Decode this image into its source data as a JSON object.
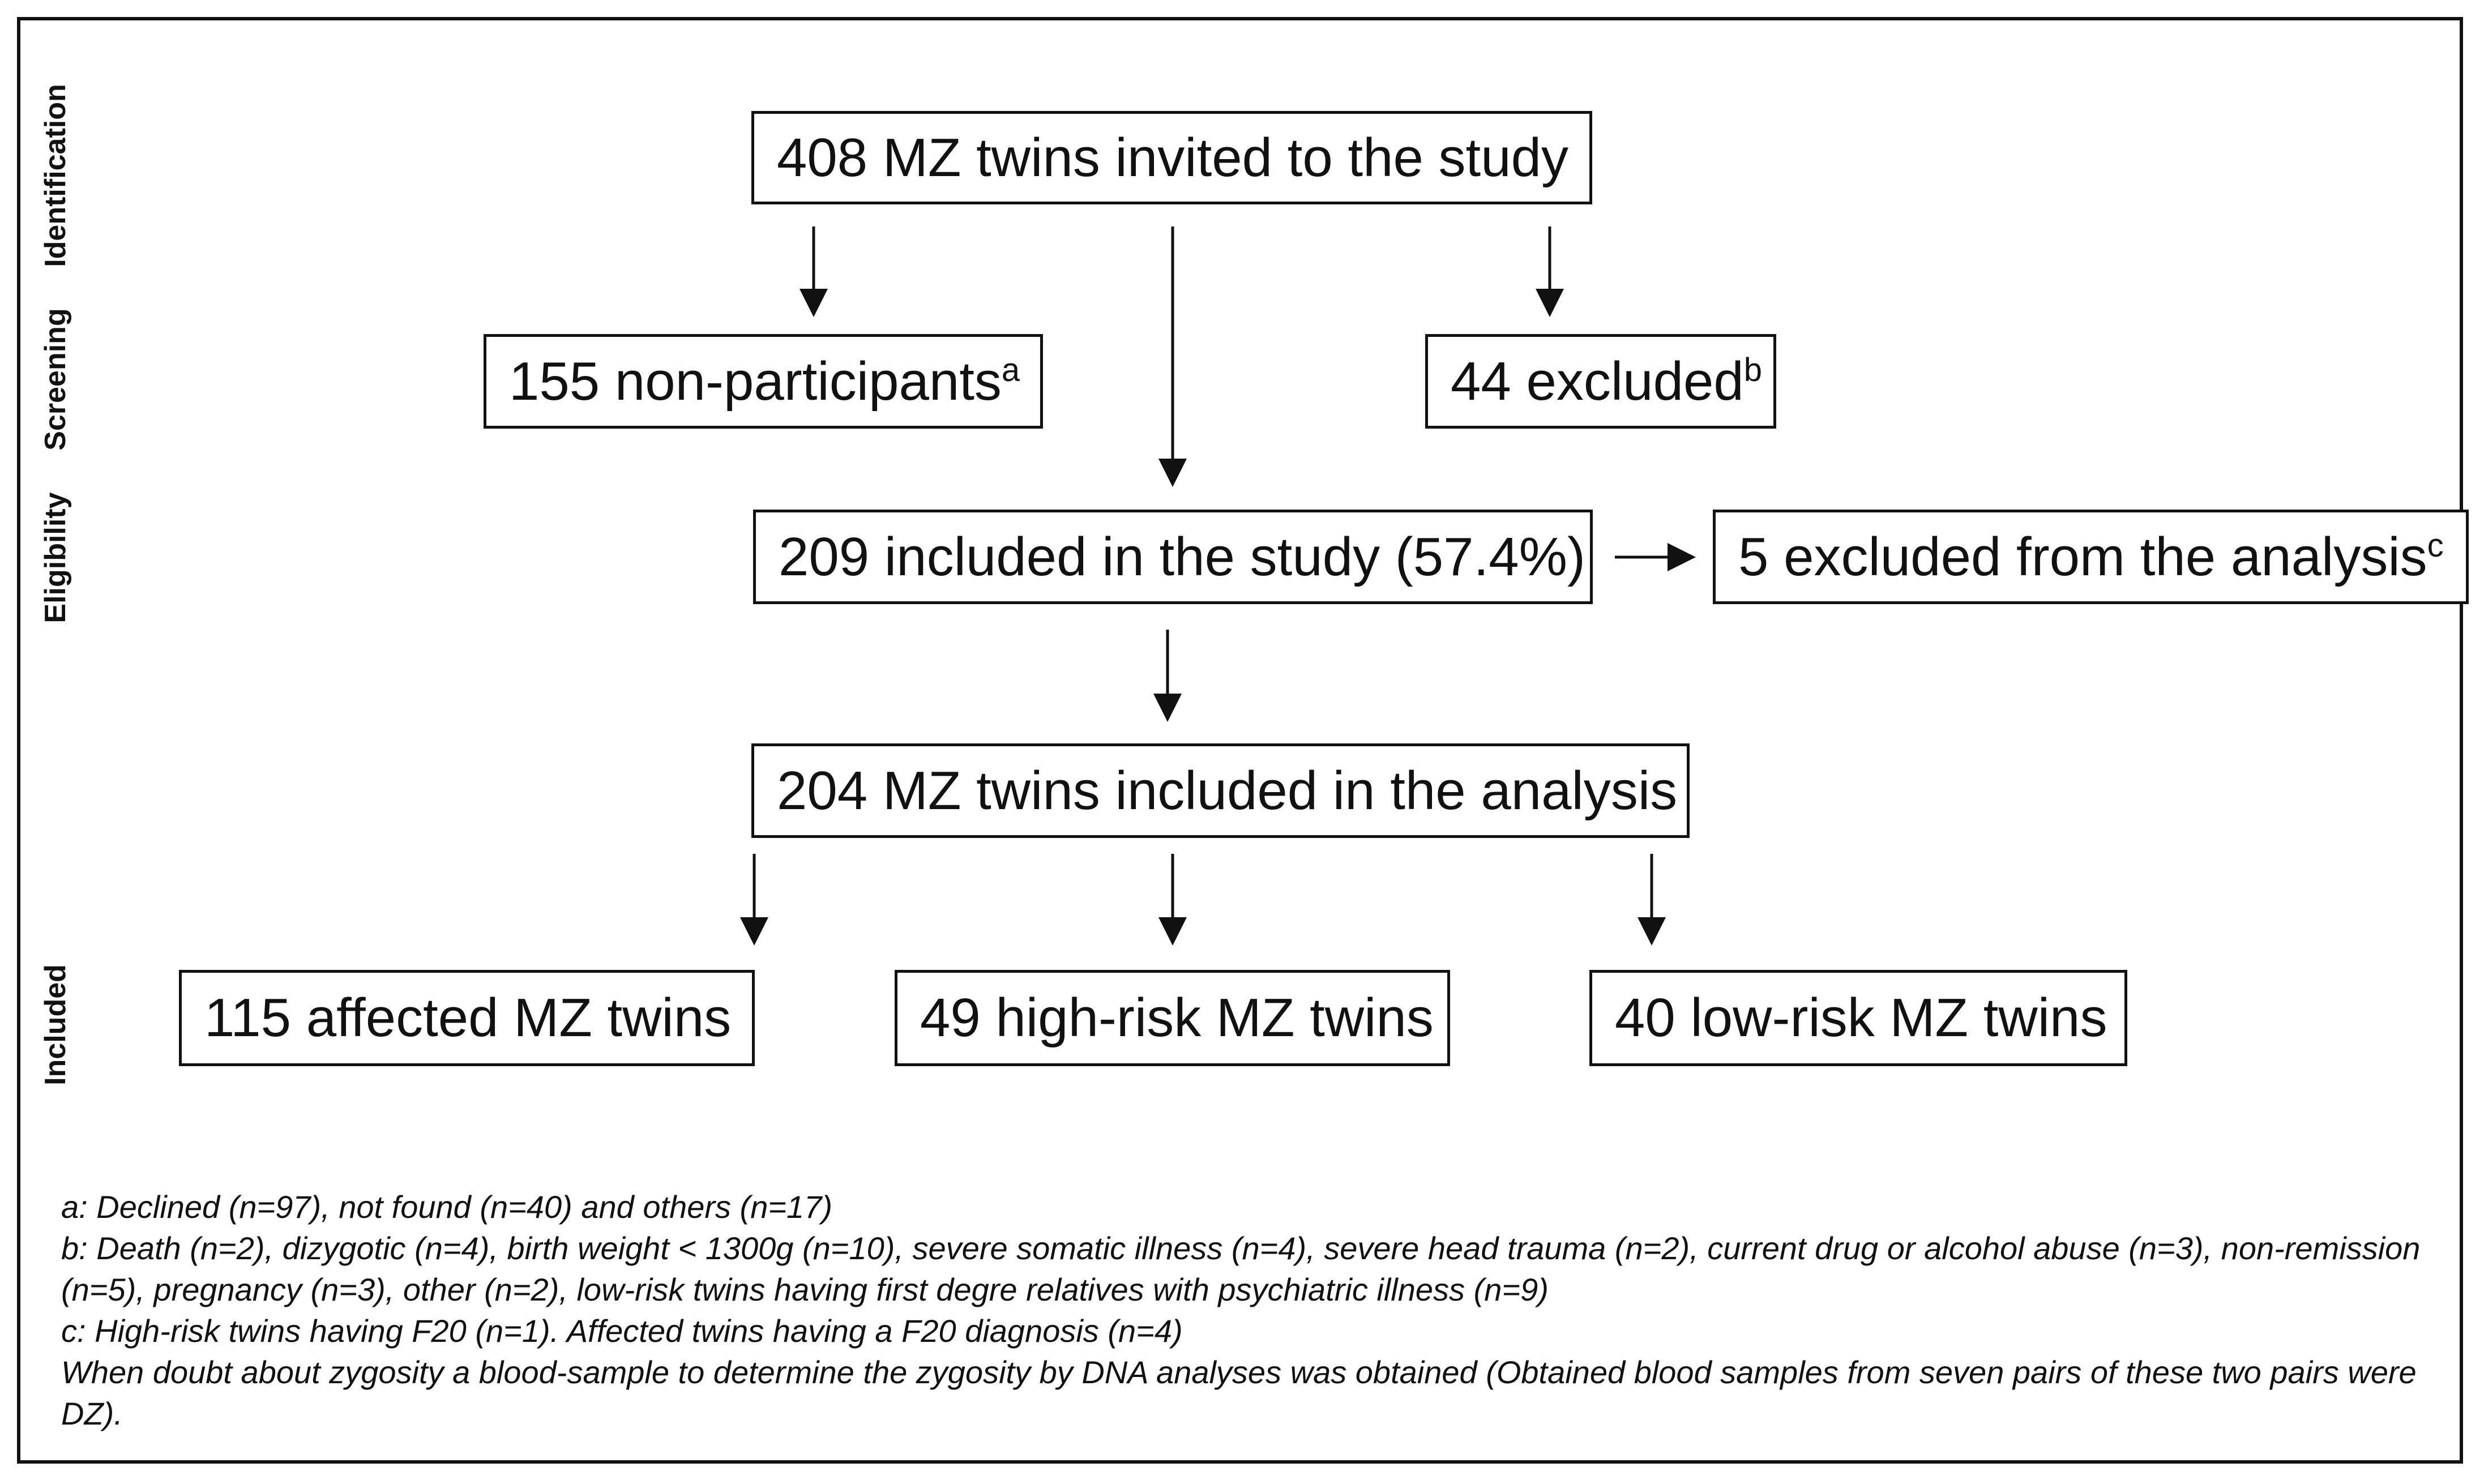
{
  "stages": {
    "identification": "Identification",
    "screening": "Screening",
    "eligibility": "Eligibility",
    "included": "Included"
  },
  "boxes": {
    "invited": "408 MZ twins invited to the study",
    "non_participants": "155 non-participants",
    "non_participants_sup": "a",
    "excluded": "44 excluded",
    "excluded_sup": "b",
    "included_study": "209 included in the study (57.4%)",
    "excluded_analysis": "5 excluded from the analysis",
    "excluded_analysis_sup": "c",
    "included_analysis": "204 MZ twins included in the analysis",
    "affected": "115 affected MZ twins",
    "high_risk": "49 high-risk MZ twins",
    "low_risk": "40 low-risk MZ twins"
  },
  "footnotes": {
    "a": "a: Declined (n=97), not found (n=40) and others (n=17)",
    "b": "b: Death (n=2), dizygotic (n=4), birth weight < 1300g (n=10), severe somatic illness (n=4), severe head trauma (n=2), current drug or alcohol abuse (n=3), non-remission (n=5), pregnancy (n=3), other (n=2), low-risk twins having first degre relatives with psychiatric illness (n=9)",
    "c": "c: High-risk twins having F20 (n=1). Affected twins having a F20 diagnosis (n=4)",
    "zygosity": "When doubt about zygosity a blood-sample to determine the zygosity by DNA analyses was obtained (Obtained blood samples from seven pairs of these two pairs were DZ)."
  }
}
